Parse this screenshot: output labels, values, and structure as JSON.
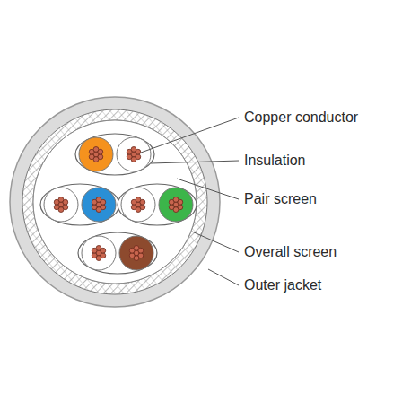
{
  "diagram": {
    "labels": [
      "Copper conductor",
      "Insulation",
      "Pair screen",
      "Overall screen",
      "Outer jacket"
    ]
  }
}
